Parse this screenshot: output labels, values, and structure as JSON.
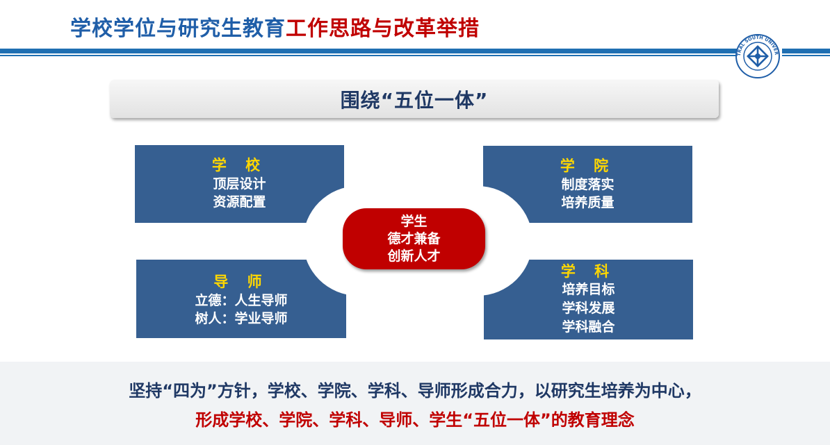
{
  "header": {
    "title_part1": "学校学位与研究生教育",
    "title_part2": "工作思路与改革举措",
    "logo_icon": "university-seal-icon",
    "logo_text": "CENTRAL SOUTH UNIVERSITY"
  },
  "banner": {
    "text": "围绕“五位一体”"
  },
  "boxes": {
    "school": {
      "head": "学 校",
      "lines": [
        "顶层设计",
        "资源配置"
      ]
    },
    "college": {
      "head": "学 院",
      "lines": [
        "制度落实",
        "培养质量"
      ]
    },
    "mentor": {
      "head": "导 师",
      "lines": [
        "立德：人生导师",
        "树人：学业导师"
      ]
    },
    "discipline": {
      "head": "学 科",
      "lines": [
        "培养目标",
        "学科发展",
        "学科融合"
      ]
    }
  },
  "center": {
    "lines": [
      "学生",
      "德才兼备",
      "创新人才"
    ]
  },
  "footer": {
    "line1": "坚持“四为”方针，学校、学院、学科、导师形成合力，以研究生培养为中心，",
    "line2": "形成学校、学院、学科、导师、学生“五位一体”的教育理念"
  },
  "colors": {
    "title_blue": "#1f5ea8",
    "title_red": "#c00000",
    "box_blue": "#365f91",
    "box_head_yellow": "#ffd700",
    "center_red": "#c00000",
    "footer_navy": "#1f3864"
  }
}
